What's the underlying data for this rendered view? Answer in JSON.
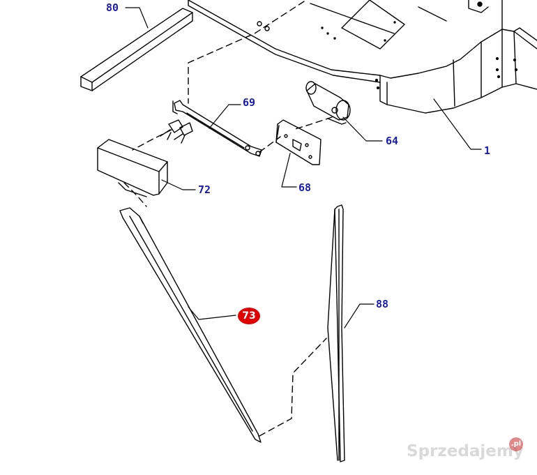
{
  "callouts": {
    "c80": "80",
    "c69": "69",
    "c64": "64",
    "c1": "1",
    "c72": "72",
    "c68": "68",
    "c73": "73",
    "c88": "88"
  },
  "watermark": {
    "text": "Sprzedajemy",
    "suffix": ".pl"
  },
  "colors": {
    "callout_text": "#1a1ab0",
    "highlight_badge": "#e00000",
    "line_art": "#000000"
  }
}
